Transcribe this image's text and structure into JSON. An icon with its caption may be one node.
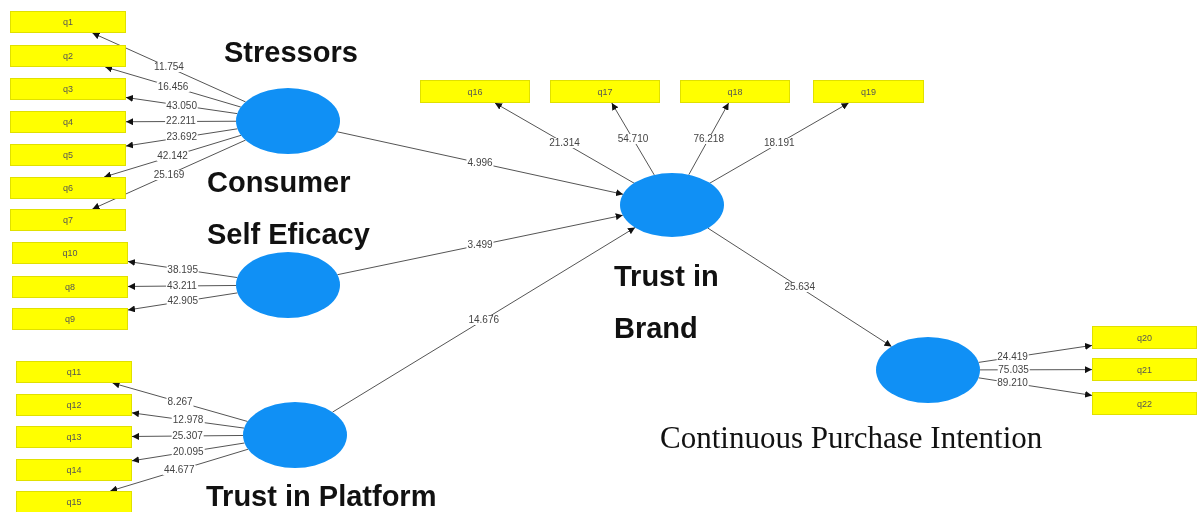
{
  "diagram": {
    "nodes": [
      {
        "text": [
          "q1"
        ]
      },
      {
        "text": [
          "q2"
        ]
      },
      {
        "text": [
          "q3"
        ]
      },
      {
        "text": [
          "q4"
        ]
      },
      {
        "text": [
          "q5"
        ]
      },
      {
        "text": [
          "q6"
        ]
      },
      {
        "text": [
          "q7"
        ]
      },
      {
        "text": [
          "Stressors"
        ]
      },
      {
        "text": [
          "q10"
        ]
      },
      {
        "text": [
          "q8"
        ]
      },
      {
        "text": [
          "q9"
        ]
      },
      {
        "text": [
          "Consumer Self Eficacy"
        ]
      },
      {
        "text": [
          "q11"
        ]
      },
      {
        "text": [
          "q12"
        ]
      },
      {
        "text": [
          "q13"
        ]
      },
      {
        "text": [
          "q14"
        ]
      },
      {
        "text": [
          "q15"
        ]
      },
      {
        "text": [
          "Trust in Platform"
        ]
      },
      {
        "text": [
          "q16"
        ]
      },
      {
        "text": [
          "q17"
        ]
      },
      {
        "text": [
          "q18"
        ]
      },
      {
        "text": [
          "q19"
        ]
      },
      {
        "text": [
          "Trust in Brand"
        ]
      },
      {
        "text": [
          "Continuous Purchase Intention"
        ]
      },
      {
        "text": [
          "q20"
        ]
      },
      {
        "text": [
          "q21"
        ]
      },
      {
        "text": [
          "q22"
        ]
      }
    ],
    "edges": [
      {
        "from": 7,
        "to": 0,
        "arrow": "to",
        "label": "11.754"
      },
      {
        "from": 7,
        "to": 1,
        "arrow": "to",
        "label": "16.456"
      },
      {
        "from": 7,
        "to": 2,
        "arrow": "to",
        "label": "43.050"
      },
      {
        "from": 7,
        "to": 3,
        "arrow": "to",
        "label": "22.211"
      },
      {
        "from": 7,
        "to": 4,
        "arrow": "to",
        "label": "23.692"
      },
      {
        "from": 7,
        "to": 5,
        "arrow": "to",
        "label": "42.142"
      },
      {
        "from": 7,
        "to": 6,
        "arrow": "to",
        "label": "25.169"
      },
      {
        "from": 11,
        "to": 8,
        "arrow": "to",
        "label": "38.195"
      },
      {
        "from": 11,
        "to": 9,
        "arrow": "to",
        "label": "43.211"
      },
      {
        "from": 11,
        "to": 10,
        "arrow": "to",
        "label": "42.905"
      },
      {
        "from": 17,
        "to": 12,
        "arrow": "to",
        "label": "8.267"
      },
      {
        "from": 17,
        "to": 13,
        "arrow": "to",
        "label": "12.978"
      },
      {
        "from": 17,
        "to": 14,
        "arrow": "to",
        "label": "25.307"
      },
      {
        "from": 17,
        "to": 15,
        "arrow": "to",
        "label": "20.095"
      },
      {
        "from": 17,
        "to": 16,
        "arrow": "to",
        "label": "44.677"
      },
      {
        "from": 22,
        "to": 18,
        "arrow": "to",
        "label": "21.314"
      },
      {
        "from": 22,
        "to": 19,
        "arrow": "to",
        "label": "54.710"
      },
      {
        "from": 22,
        "to": 20,
        "arrow": "to",
        "label": "76.218"
      },
      {
        "from": 22,
        "to": 21,
        "arrow": "to",
        "label": "18.191"
      },
      {
        "from": 7,
        "to": 22,
        "arrow": "to",
        "label": "4.996"
      },
      {
        "from": 11,
        "to": 22,
        "arrow": "to",
        "label": "3.499"
      },
      {
        "from": 17,
        "to": 22,
        "arrow": "to",
        "label": "14.676"
      },
      {
        "from": 22,
        "to": 23,
        "arrow": "to",
        "label": "25.634"
      },
      {
        "from": 23,
        "to": 24,
        "arrow": "to",
        "label": "24.419"
      },
      {
        "from": 23,
        "to": 25,
        "arrow": "to",
        "label": "75.035"
      },
      {
        "from": 23,
        "to": 26,
        "arrow": "to",
        "label": "89.210"
      }
    ]
  }
}
